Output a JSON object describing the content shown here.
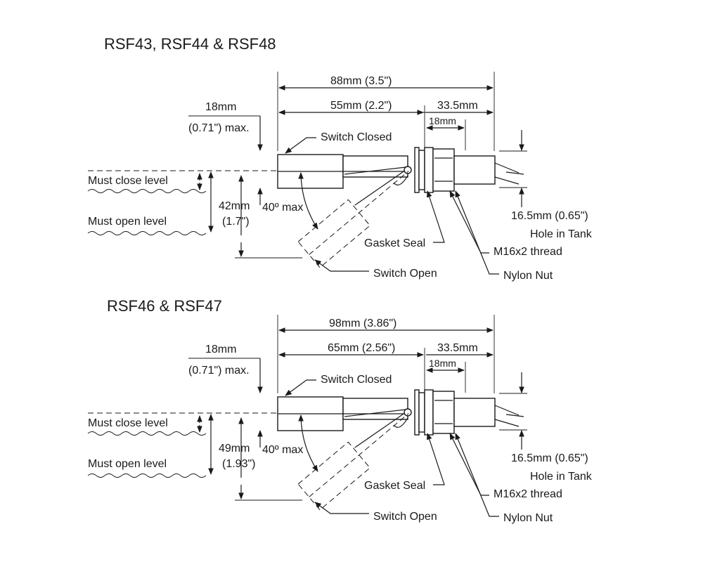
{
  "diagrams": [
    {
      "title": "RSF43, RSF44 & RSF48",
      "dim_total": "88mm  (3.5\")",
      "dim_body": "55mm  (2.2\")",
      "dim_thread": "33.5mm",
      "dim_nut": "18mm",
      "dim_float_a": "18mm",
      "dim_float_b": "(0.71\") max.",
      "dim_travel_a": "42mm",
      "dim_travel_b": "(1.7\")",
      "angle": "40º max",
      "switch_closed": "Switch Closed",
      "switch_open": "Switch Open",
      "gasket_seal": "Gasket Seal",
      "must_close": "Must close level",
      "must_open": "Must open level",
      "hole_a": "16.5mm (0.65\")",
      "hole_b": "Hole in Tank",
      "thread": "M16x2 thread",
      "nylon_nut": "Nylon Nut"
    },
    {
      "title": "RSF46 & RSF47",
      "dim_total": "98mm  (3.86\")",
      "dim_body": "65mm   (2.56\")",
      "dim_thread": "33.5mm",
      "dim_nut": "18mm",
      "dim_float_a": "18mm",
      "dim_float_b": "(0.71\") max.",
      "dim_travel_a": "49mm",
      "dim_travel_b": "(1.93\")",
      "angle": "40º max",
      "switch_closed": "Switch Closed",
      "switch_open": "Switch Open",
      "gasket_seal": "Gasket Seal",
      "must_close": "Must close level",
      "must_open": "Must open level",
      "hole_a": "16.5mm (0.65\")",
      "hole_b": "Hole in Tank",
      "thread": "M16x2 thread",
      "nylon_nut": "Nylon Nut"
    }
  ]
}
